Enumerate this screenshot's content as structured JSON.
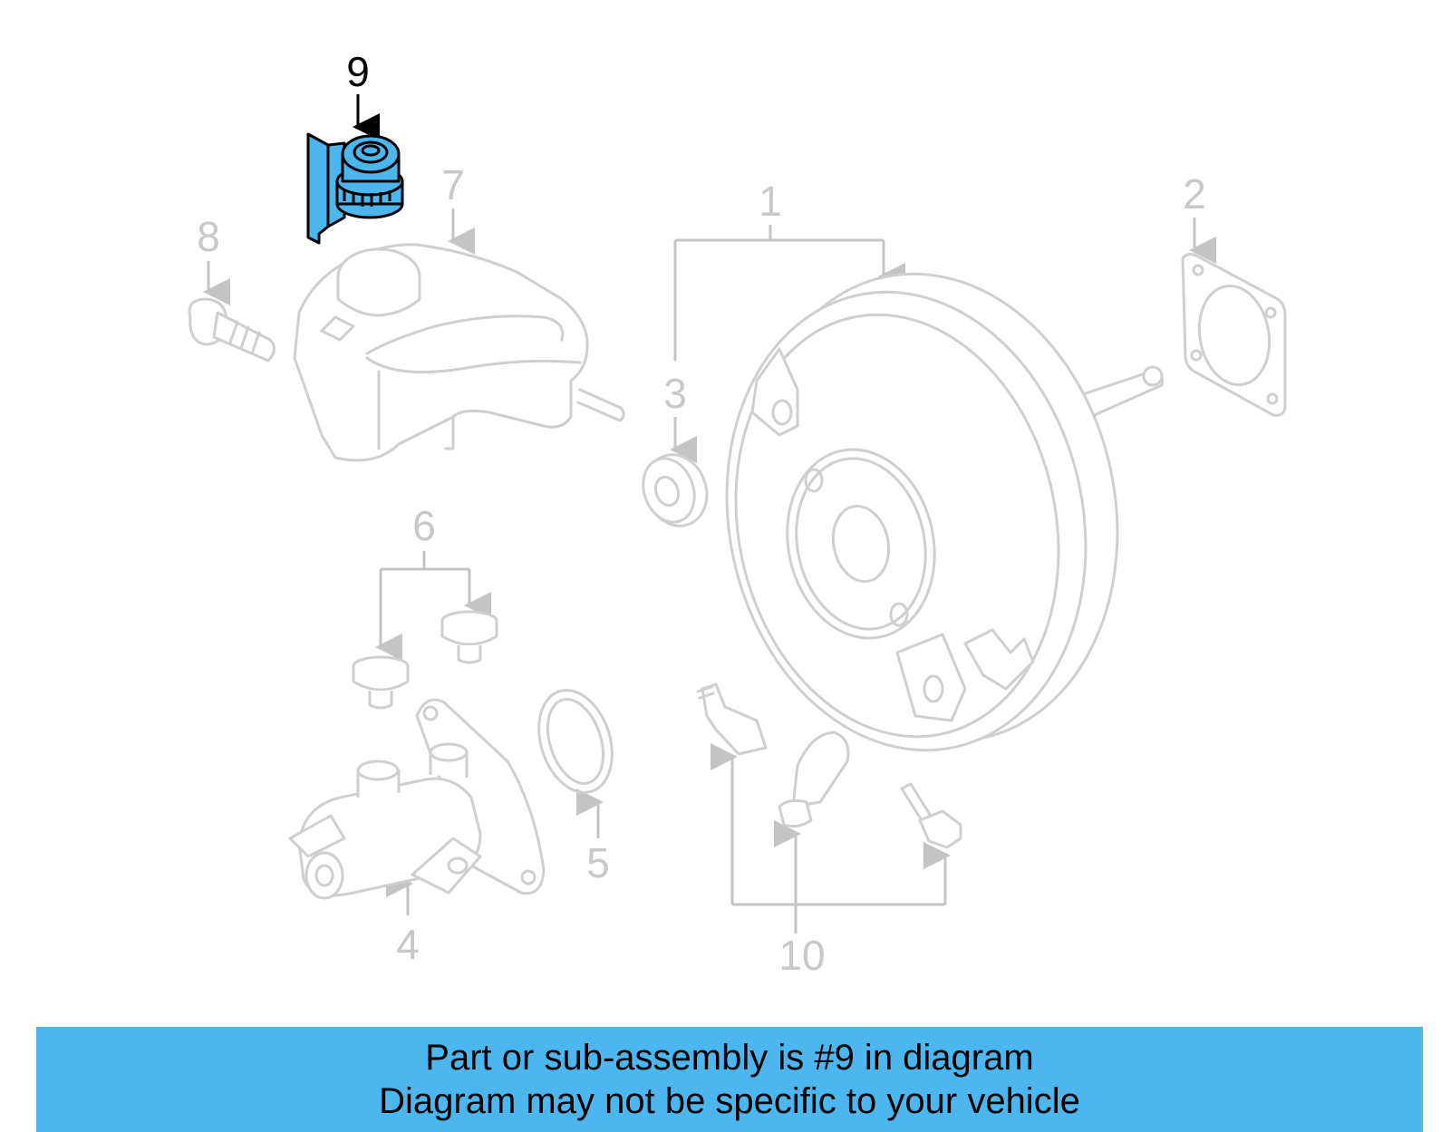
{
  "diagram": {
    "callouts": {
      "c1": "1",
      "c2": "2",
      "c3": "3",
      "c4": "4",
      "c5": "5",
      "c6": "6",
      "c7": "7",
      "c8": "8",
      "c9": "9",
      "c10": "10"
    },
    "highlighted_part": "9",
    "highlight_color": "#4db6ee",
    "ghost_color": "#cfcfcf"
  },
  "banner": {
    "line1": "Part or sub-assembly is #9 in diagram",
    "line2": "Diagram may not be specific to your vehicle"
  }
}
